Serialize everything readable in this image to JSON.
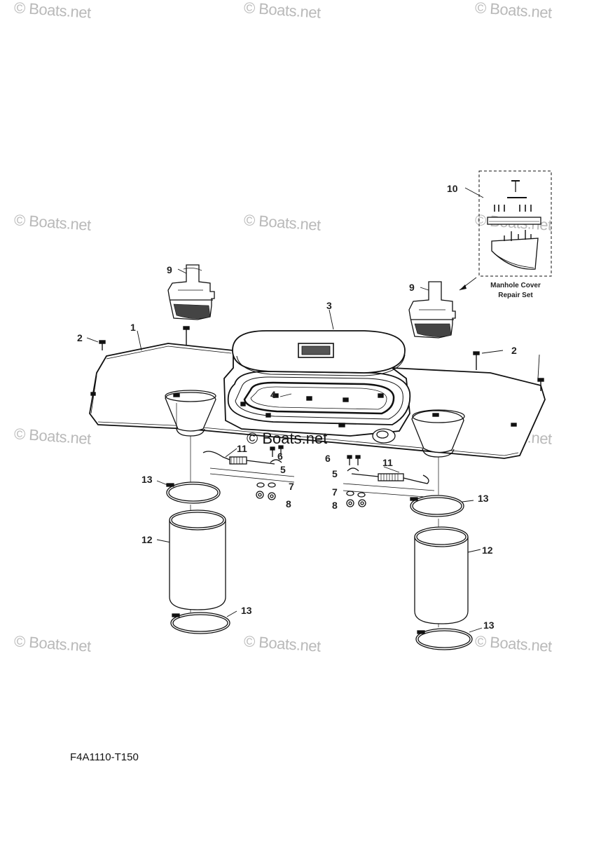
{
  "watermark": "© Boats.net",
  "center_watermark": "© Boats.net",
  "diagram_code": "F4A1110-T150",
  "repair_set_label_line1": "Manhole Cover",
  "repair_set_label_line2": "Repair Set",
  "callouts": {
    "c1": "1",
    "c2a": "2",
    "c2b": "2",
    "c3": "3",
    "c4": "4",
    "c5a": "5",
    "c5b": "5",
    "c6a": "6",
    "c6b": "6",
    "c7a": "7",
    "c7b": "7",
    "c8a": "8",
    "c8b": "8",
    "c9a": "9",
    "c9b": "9",
    "c10": "10",
    "c11a": "11",
    "c11b": "11",
    "c12a": "12",
    "c12b": "12",
    "c13a": "13",
    "c13b": "13",
    "c13c": "13",
    "c13d": "13"
  }
}
